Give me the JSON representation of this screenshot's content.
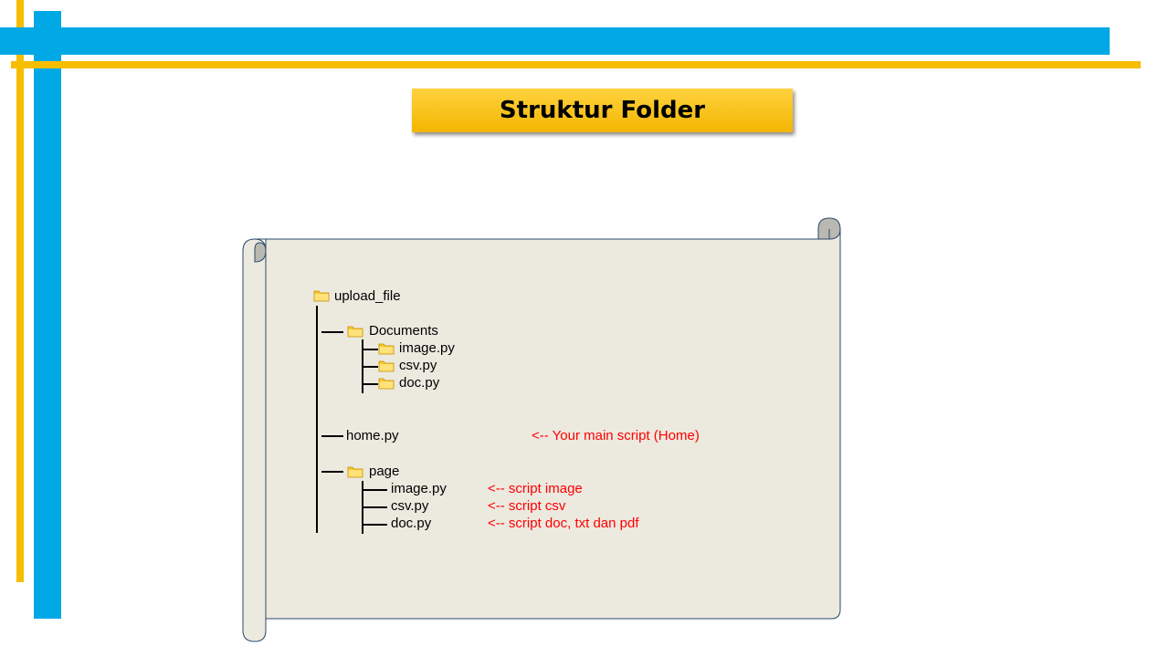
{
  "title": "Struktur Folder",
  "tree": {
    "root": "upload_file",
    "documents": {
      "label": "Documents",
      "files": [
        "image.py",
        "csv.py",
        "doc.py"
      ]
    },
    "home": {
      "label": "home.py",
      "comment": "<-- Your main script (Home)"
    },
    "page": {
      "label": "page",
      "files": [
        {
          "name": "image.py",
          "comment": "<-- script image"
        },
        {
          "name": "csv.py",
          "comment": "<-- script csv"
        },
        {
          "name": "doc.py",
          "comment": "<-- script doc, txt dan pdf"
        }
      ]
    }
  },
  "colors": {
    "blue_bar": "#00a8e6",
    "yellow_bar": "#f7bd00",
    "scroll_fill": "#ece9df",
    "scroll_border": "#2a4a6b",
    "comment": "#ff0000"
  }
}
